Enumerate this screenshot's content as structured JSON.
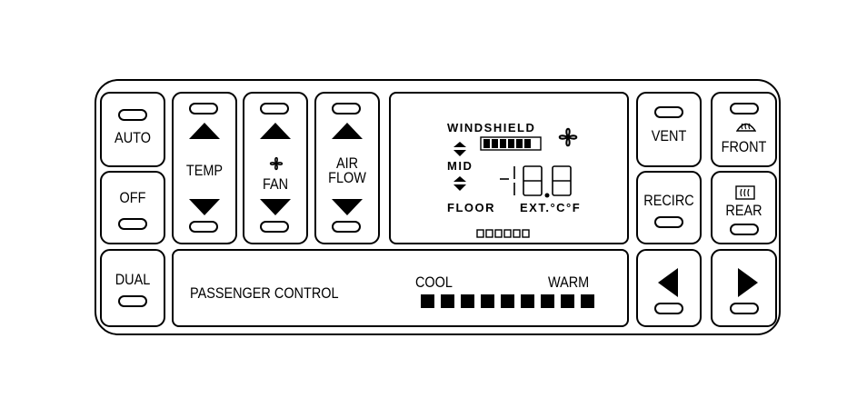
{
  "buttons": {
    "auto": "AUTO",
    "off": "OFF",
    "dual": "DUAL",
    "temp": "TEMP",
    "fan": "FAN",
    "airflow_line1": "AIR",
    "airflow_line2": "FLOW",
    "vent": "VENT",
    "recirc": "RECIRC",
    "front": "FRONT",
    "rear": "REAR"
  },
  "display": {
    "windshield": "WINDSHIELD",
    "mid": "MID",
    "floor": "FLOOR",
    "ext_c_f": "EXT.°C°F"
  },
  "passenger": {
    "label": "PASSENGER CONTROL",
    "cool": "COOL",
    "warm": "WARM",
    "segments": 9
  },
  "icons": [
    "arrow-up-icon",
    "arrow-down-icon",
    "fan-icon",
    "defrost-front-icon",
    "defrost-rear-icon",
    "arrow-left-icon",
    "arrow-right-icon"
  ]
}
